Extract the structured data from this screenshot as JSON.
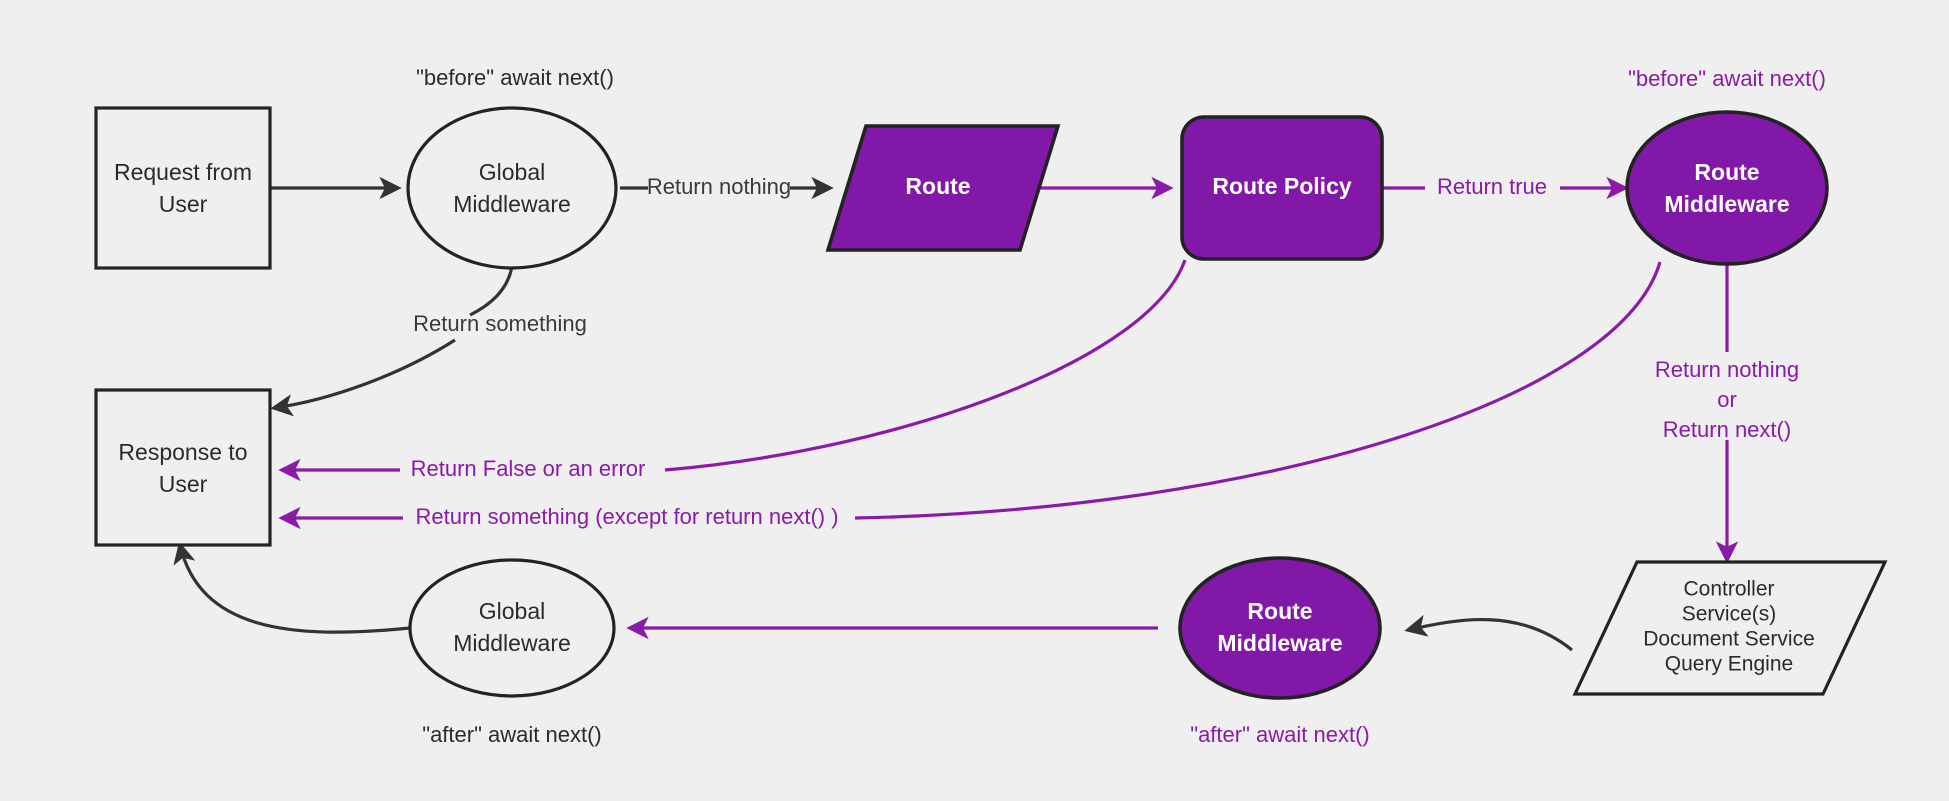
{
  "diagram": {
    "title": "Middleware request/response lifecycle flowchart",
    "background_color": "#efefef",
    "accent_color": "#8118a8",
    "dark_color": "#232323"
  },
  "nodes": {
    "request": {
      "line1": "Request from",
      "line2": "User",
      "shape": "rectangle",
      "style": "plain"
    },
    "global_middleware_top": {
      "line1": "Global",
      "line2": "Middleware",
      "shape": "ellipse",
      "style": "plain"
    },
    "route": {
      "line1": "Route",
      "shape": "parallelogram",
      "style": "accent"
    },
    "route_policy": {
      "line1": "Route Policy",
      "shape": "rounded-rectangle",
      "style": "accent"
    },
    "route_middleware_top": {
      "line1": "Route",
      "line2": "Middleware",
      "shape": "ellipse",
      "style": "accent"
    },
    "response": {
      "line1": "Response to",
      "line2": "User",
      "shape": "rectangle",
      "style": "plain"
    },
    "global_middleware_bottom": {
      "line1": "Global",
      "line2": "Middleware",
      "shape": "ellipse",
      "style": "plain"
    },
    "route_middleware_bottom": {
      "line1": "Route",
      "line2": "Middleware",
      "shape": "ellipse",
      "style": "accent"
    },
    "controller": {
      "shape": "parallelogram",
      "style": "plain",
      "lines": [
        "Controller",
        "Service(s)",
        "Document Service",
        "Query Engine"
      ]
    }
  },
  "edge_labels": {
    "return_nothing": "Return nothing",
    "return_true": "Return true",
    "return_something": "Return something",
    "return_false_or_error": "Return False or an error",
    "return_something_except": "Return something (except for return next() )",
    "return_nothing_or_l1": "Return nothing",
    "return_nothing_or_l2": "or",
    "return_nothing_or_l3": "Return next()"
  },
  "annotations": {
    "before_await_next_global": "\"before\" await next()",
    "before_await_next_route": "\"before\" await next()",
    "after_await_next_global": "\"after\" await next()",
    "after_await_next_route": "\"after\" await next()"
  }
}
